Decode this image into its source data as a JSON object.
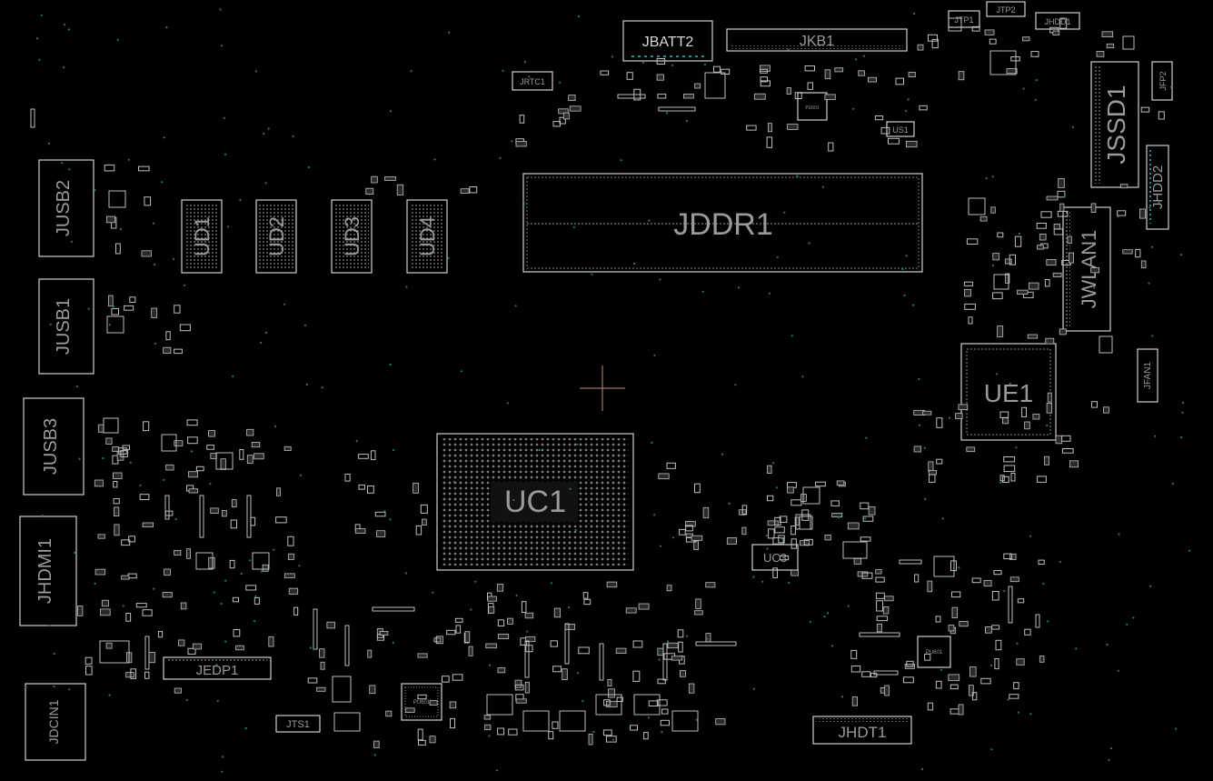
{
  "components": {
    "jbatt2": "JBATT2",
    "jkb1": "JKB1",
    "jtp1": "JTP1",
    "jtp2": "JTP2",
    "jhdd1": "JHDD1",
    "jrtc1": "JRTC1",
    "jfp2": "JFP2",
    "jssd1": "JSSD1",
    "jhdd2": "JHDD2",
    "jddr1": "JDDR1",
    "jwlan1": "JWLAN1",
    "jfan1": "JFAN1",
    "ue1": "UE1",
    "jusb2": "JUSB2",
    "jusb1": "JUSB1",
    "jusb3": "JUSB3",
    "jhdmi1": "JHDMI1",
    "jdcin1": "JDCIN1",
    "ud1": "UD1",
    "ud2": "UD2",
    "ud3": "UD3",
    "ud4": "UD4",
    "uc1": "UC1",
    "uc3": "UC3",
    "jedp1": "JEDP1",
    "jts1": "JTS1",
    "jhdt1": "JHDT1",
    "us1": "US1",
    "pu601": "PU601"
  },
  "colors": {
    "background": "#000000",
    "silkscreen": "#cfcfcf",
    "label": "#9a9a9a",
    "via": "#1e7e64",
    "cursor": "#c08a8a"
  }
}
